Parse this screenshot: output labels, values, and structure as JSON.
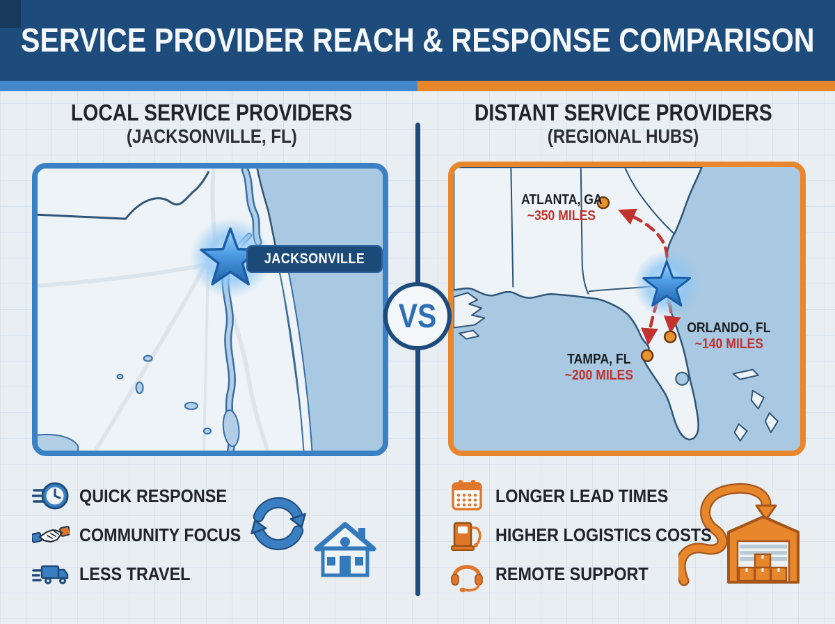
{
  "header": {
    "title": "SERVICE PROVIDER REACH & RESPONSE COMPARISON"
  },
  "vs_label": "VS",
  "left": {
    "title": "LOCAL SERVICE PROVIDERS",
    "subtitle": "(JACKSONVILLE, FL)",
    "map": {
      "city_label": "JACKSONVILLE",
      "marker": "star"
    },
    "benefits": [
      {
        "icon": "speed-clock-icon",
        "label": "QUICK RESPONSE"
      },
      {
        "icon": "handshake-icon",
        "label": "COMMUNITY FOCUS"
      },
      {
        "icon": "speed-truck-icon",
        "label": "LESS TRAVEL"
      }
    ],
    "decor_icons": [
      "refresh-cycle-icon",
      "house-icon"
    ]
  },
  "right": {
    "title": "DISTANT SERVICE PROVIDERS",
    "subtitle": "(REGIONAL HUBS)",
    "map": {
      "marker": "star",
      "cities": [
        {
          "name": "ATLANTA, GA",
          "distance": "~350 MILES"
        },
        {
          "name": "ORLANDO, FL",
          "distance": "~140 MILES"
        },
        {
          "name": "TAMPA, FL",
          "distance": "~200 MILES"
        }
      ]
    },
    "drawbacks": [
      {
        "icon": "calendar-icon",
        "label": "LONGER LEAD TIMES"
      },
      {
        "icon": "fuel-pump-icon",
        "label": "HIGHER LOGISTICS COSTS"
      },
      {
        "icon": "headset-icon",
        "label": "REMOTE SUPPORT"
      }
    ],
    "decor_icons": [
      "warehouse-routing-icon"
    ]
  },
  "colors": {
    "header_navy": "#1d4c7c",
    "accent_blue": "#4289cb",
    "accent_orange": "#e8862c",
    "alert_red": "#c2322e",
    "map_border_blue": "#3a80c4",
    "map_border_orange": "#e8872e",
    "ocean": "#a9c8e1",
    "land": "#eef3f7",
    "icon_blue": "#3a7fc1",
    "icon_orange": "#e0762a",
    "city_dot_orange": "#e8942e"
  }
}
